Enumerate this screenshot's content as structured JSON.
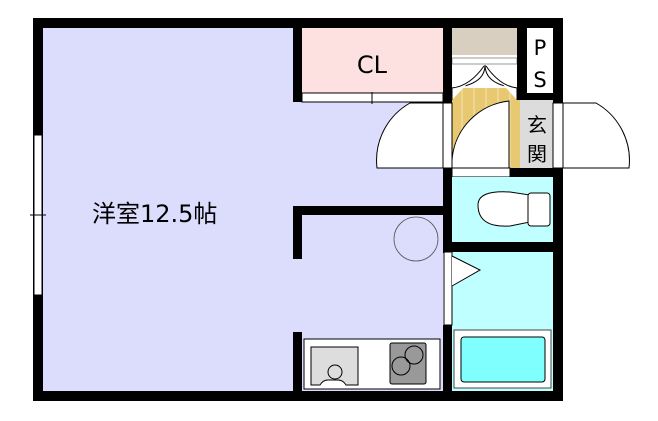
{
  "rooms": {
    "western_room": "洋室12.5帖",
    "closet": "CL",
    "pipe_space": [
      "P",
      "S"
    ],
    "entrance": [
      "玄",
      "関"
    ]
  },
  "colors": {
    "room": "#dcdcfc",
    "closet": "#fde0e0",
    "wet_area": "#c0ffff",
    "entrance_floor": "#e8c870",
    "entrance_tile": "#dcdcdc",
    "shelf": "#d8cfc0",
    "bathtub": "#80ffff",
    "wall": "#000000"
  }
}
